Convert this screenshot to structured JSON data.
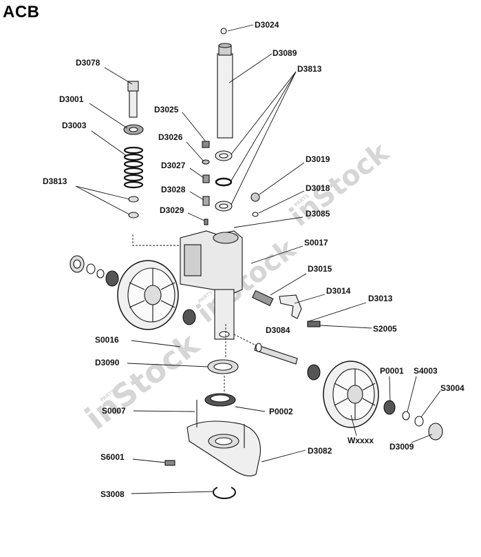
{
  "title": "ACB",
  "watermark": {
    "text": "inStock",
    "badge": "PARTS"
  },
  "colors": {
    "line": "#111111",
    "part_fill": "#f2f2f2",
    "part_dark": "#8a8a8a",
    "watermark": "#d6d6d6"
  },
  "labels": {
    "D3024": "D3024",
    "D3089": "D3089",
    "D3813_top": "D3813",
    "D3078": "D3078",
    "D3001": "D3001",
    "D3003": "D3003",
    "D3025": "D3025",
    "D3026": "D3026",
    "D3027": "D3027",
    "D3028": "D3028",
    "D3029": "D3029",
    "D3813_left": "D3813",
    "D3019": "D3019",
    "D3018": "D3018",
    "D3085": "D3085",
    "S0017": "S0017",
    "D3015": "D3015",
    "D3014": "D3014",
    "D3013": "D3013",
    "S2005": "S2005",
    "D3084": "D3084",
    "S0016": "S0016",
    "D3090": "D3090",
    "P0001": "P0001",
    "S4003": "S4003",
    "S3004": "S3004",
    "S0007": "S0007",
    "P0002": "P0002",
    "Wxxxx": "Wxxxx",
    "D3009": "D3009",
    "S6001": "S6001",
    "D3082": "D3082",
    "S3008": "S3008"
  }
}
